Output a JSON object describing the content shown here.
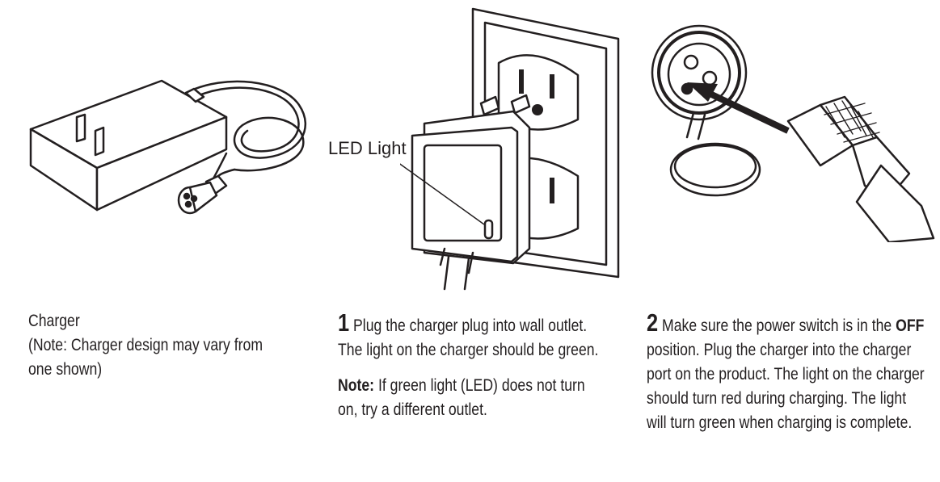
{
  "figure1": {
    "label": "Charger",
    "note": "(Note: Charger design may vary from one shown)"
  },
  "figure2": {
    "led_label": "LED Light",
    "step_number": "1",
    "step_text": "Plug the charger plug into wall outlet. The light on the charger should be green.",
    "note_label": "Note:",
    "note_text": "If green light (LED) does not turn on, try a different outlet."
  },
  "figure3": {
    "step_number": "2",
    "text_before": "Make sure the power switch is in the",
    "bold_word": "OFF",
    "text_after": "position. Plug the charger into the charger port on the product. The light on the charger should turn red during charging. The light will turn green when charging is complete."
  }
}
